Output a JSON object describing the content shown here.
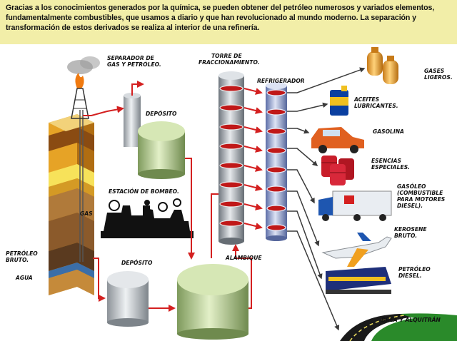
{
  "intro": "Gracias a los conocimientos generados por la química, se pueden obtener del petróleo numerosos y variados elementos, fundamentalmente combustibles, que usamos a diario y que han revolucionado al mundo moderno. La separación y transformación de estos derivados se realiza al interior de una refinería.",
  "labels": {
    "separador": [
      "SEPARADOR DE",
      "GAS Y PETRÓLEO."
    ],
    "torre": [
      "TORRE DE",
      "FRACCIONAMIENTO."
    ],
    "refrigerador": "REFRIGERADOR",
    "deposito_top": "DEPÓSITO",
    "estacion": "ESTACIÓN DE BOMBEO.",
    "gas": "GAS",
    "petroleo_bruto": [
      "PETRÓLEO",
      "BRUTO."
    ],
    "agua": "AGUA",
    "deposito_bottom": "DEPÓSITO",
    "alambique": "ALAMBIQUE"
  },
  "products": [
    {
      "id": "gases",
      "lines": [
        "GASES",
        "LIGEROS."
      ]
    },
    {
      "id": "aceites",
      "lines": [
        "ACEITES",
        "LUBRICANTES."
      ]
    },
    {
      "id": "gasolina",
      "lines": [
        "GASOLINA"
      ]
    },
    {
      "id": "esencias",
      "lines": [
        "ESENCIAS",
        "ESPECIALES."
      ]
    },
    {
      "id": "gasoleo",
      "lines": [
        "GASÓLEO",
        "(COMBUSTIBLE",
        "PARA MOTORES",
        "DIESEL)."
      ]
    },
    {
      "id": "kerosene",
      "lines": [
        "KEROSENE",
        "BRUTO."
      ]
    },
    {
      "id": "petroleo_diesel",
      "lines": [
        "PETRÓLEO",
        "DIESEL."
      ]
    },
    {
      "id": "brea",
      "lines": [
        "BREA Y ALQUITRÁN"
      ]
    }
  ],
  "colors": {
    "pipe": "#d42020",
    "band": "#f2eea8",
    "tank": "#b9d39a",
    "tower": "#b0b6be",
    "cooler": "#aab4d8"
  }
}
